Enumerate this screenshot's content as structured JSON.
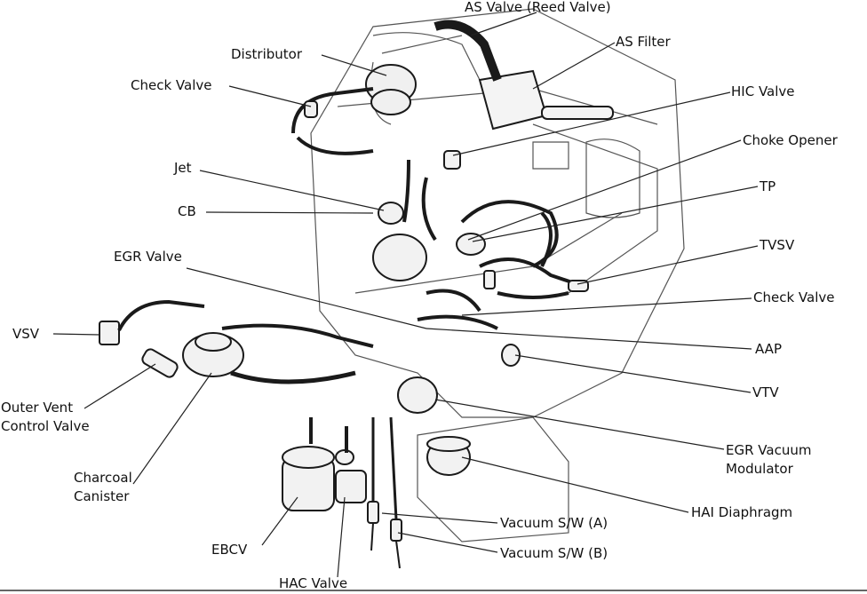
{
  "labels": {
    "as_valve": "AS Valve (Reed Valve)",
    "as_filter": "AS Filter",
    "distributor": "Distributor",
    "check_valve_top": "Check Valve",
    "hic_valve": "HIC Valve",
    "choke_opener": "Choke Opener",
    "jet": "Jet",
    "tp": "TP",
    "cb": "CB",
    "tvsv": "TVSV",
    "egr_valve": "EGR Valve",
    "check_valve_right": "Check Valve",
    "vsv": "VSV",
    "aap": "AAP",
    "vtv": "VTV",
    "outer_vent_line1": "Outer Vent",
    "outer_vent_line2": "Control Valve",
    "egr_vacuum_line1": "EGR Vacuum",
    "egr_vacuum_line2": "Modulator",
    "charcoal_line1": "Charcoal",
    "charcoal_line2": "Canister",
    "hai_diaphragm": "HAI Diaphragm",
    "vacuum_sw_a": "Vacuum S/W (A)",
    "ebcv": "EBCV",
    "vacuum_sw_b": "Vacuum S/W (B)",
    "hac_valve": "HAC Valve"
  },
  "colors": {
    "ink": "#111111",
    "hose": "#1a1a1a",
    "engine_line": "#555555",
    "leader": "#222222"
  }
}
